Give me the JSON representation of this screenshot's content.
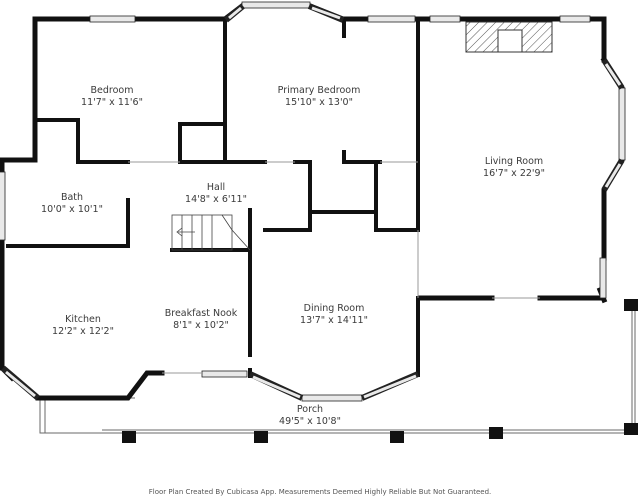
{
  "rooms": [
    {
      "name": "Bedroom",
      "dims": "11'7\" x 11'6\""
    },
    {
      "name": "Primary Bedroom",
      "dims": "15'10\" x 13'0\""
    },
    {
      "name": "Living Room",
      "dims": "16'7\" x 22'9\""
    },
    {
      "name": "Bath",
      "dims": "10'0\" x 10'1\""
    },
    {
      "name": "Hall",
      "dims": "14'8\" x 6'11\""
    },
    {
      "name": "Kitchen",
      "dims": "12'2\" x 12'2\""
    },
    {
      "name": "Breakfast Nook",
      "dims": "8'1\" x 10'2\""
    },
    {
      "name": "Dining Room",
      "dims": "13'7\" x 14'11\""
    },
    {
      "name": "Porch",
      "dims": "49'5\" x 10'8\""
    }
  ],
  "footer": "Floor Plan Created By Cubicasa App. Measurements Deemed Highly Reliable But Not Guaranteed."
}
